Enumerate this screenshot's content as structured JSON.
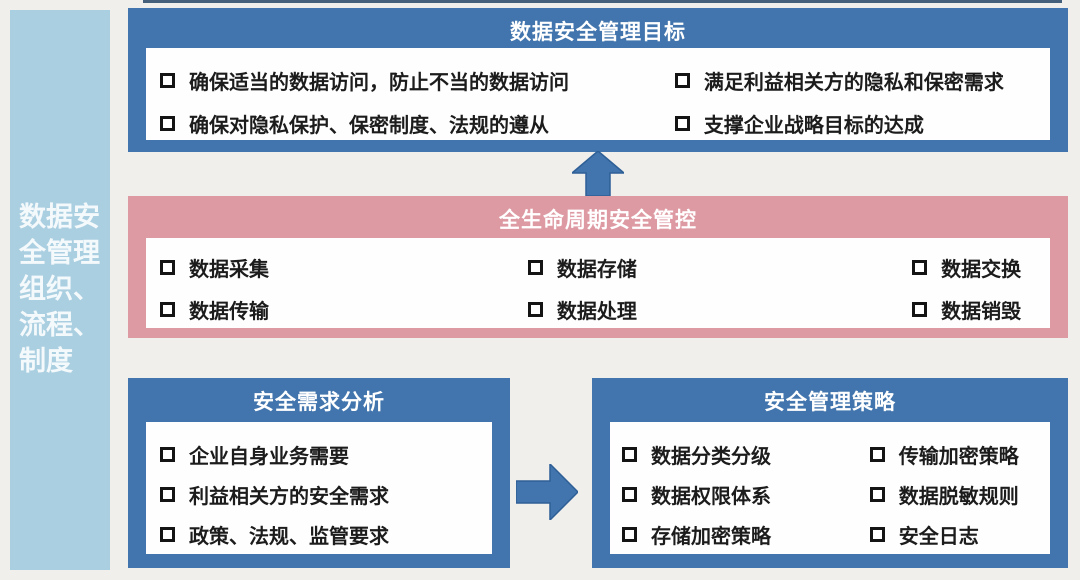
{
  "colors": {
    "blue": "#4275ad",
    "pink": "#de9aa3",
    "sidebar": "#aacfe1",
    "background": "#f0efec",
    "arrow": "#4275ad"
  },
  "sidebar": {
    "label": "数据安全管理组织、流程、制度"
  },
  "goal_box": {
    "title": "数据安全管理目标",
    "items_left": [
      "确保适当的数据访问，防止不当的数据访问",
      "确保对隐私保护、保密制度、法规的遵从"
    ],
    "items_right": [
      "满足利益相关方的隐私和保密需求",
      "支撑企业战略目标的达成"
    ]
  },
  "lifecycle_box": {
    "title": "全生命周期安全管控",
    "columns": [
      [
        "数据采集",
        "数据传输"
      ],
      [
        "数据存储",
        "数据处理"
      ],
      [
        "数据交换",
        "数据销毁"
      ]
    ]
  },
  "requirements_box": {
    "title": "安全需求分析",
    "items": [
      "企业自身业务需要",
      "利益相关方的安全需求",
      "政策、法规、监管要求"
    ]
  },
  "strategy_box": {
    "title": "安全管理策略",
    "columns": [
      [
        "数据分类分级",
        "数据权限体系",
        "存储加密策略"
      ],
      [
        "传输加密策略",
        "数据脱敏规则",
        "安全日志"
      ]
    ]
  }
}
